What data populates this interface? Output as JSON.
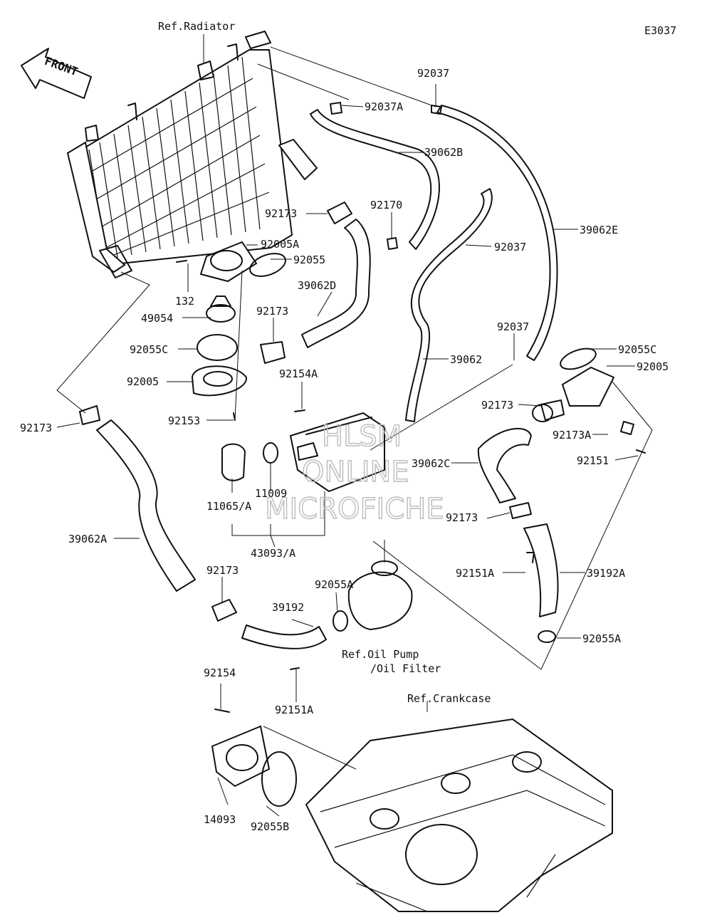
{
  "diagram_code": "E3037",
  "front_label": "FRONT",
  "watermark": [
    "HLSM",
    "ONLINE",
    "MICROFICHE"
  ],
  "references": {
    "radiator": "Ref.Radiator",
    "oil_pump_1": "Ref.Oil Pump",
    "oil_pump_2": "/Oil Filter",
    "crankcase": "Ref.Crankcase"
  },
  "labels": {
    "92037_top": "92037",
    "92037A": "92037A",
    "39062B": "39062B",
    "92170": "92170",
    "92173_upper": "92173",
    "92037_mid": "92037",
    "39062E": "39062E",
    "92005A": "92005A",
    "92055": "92055",
    "132": "132",
    "39062D": "39062D",
    "49054": "49054",
    "92173_mid": "92173",
    "92037_right": "92037",
    "92055C_left": "92055C",
    "39062": "39062",
    "92055C_right": "92055C",
    "92005_right": "92005",
    "92005_left": "92005",
    "92154A": "92154A",
    "92173_right": "92173",
    "92153": "92153",
    "92173A": "92173A",
    "92173_left": "92173",
    "39062C": "39062C",
    "92151": "92151",
    "11065A": "11065/A",
    "11009": "11009",
    "92173_c": "92173",
    "39062A": "39062A",
    "43093A": "43093/A",
    "92151A_right": "92151A",
    "39192A": "39192A",
    "92173_bottom": "92173",
    "92055A_mid": "92055A",
    "39192": "39192",
    "92055A_right": "92055A",
    "92151A_bottom": "92151A",
    "92154": "92154",
    "14093": "14093",
    "92055B": "92055B"
  }
}
